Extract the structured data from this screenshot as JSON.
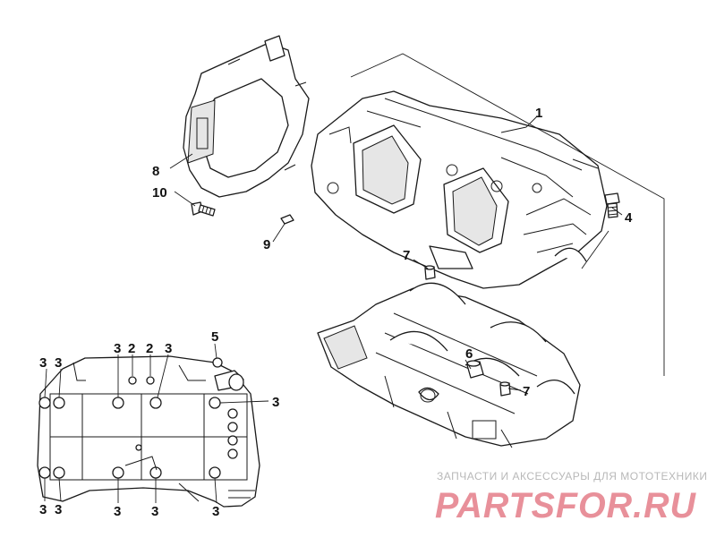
{
  "callouts": {
    "c1": "1",
    "c2a": "2",
    "c2b": "2",
    "c3": "3",
    "c4": "4",
    "c5": "5",
    "c6": "6",
    "c7a": "7",
    "c7b": "7",
    "c8": "8",
    "c9": "9",
    "c10": "10"
  },
  "watermark": {
    "tagline": "ЗАПЧАСТИ И АКСЕССУАРЫ ДЛЯ МОТОТЕХНИКИ",
    "brand": "PARTSFOR.RU",
    "brand_color": "#e8909a"
  }
}
